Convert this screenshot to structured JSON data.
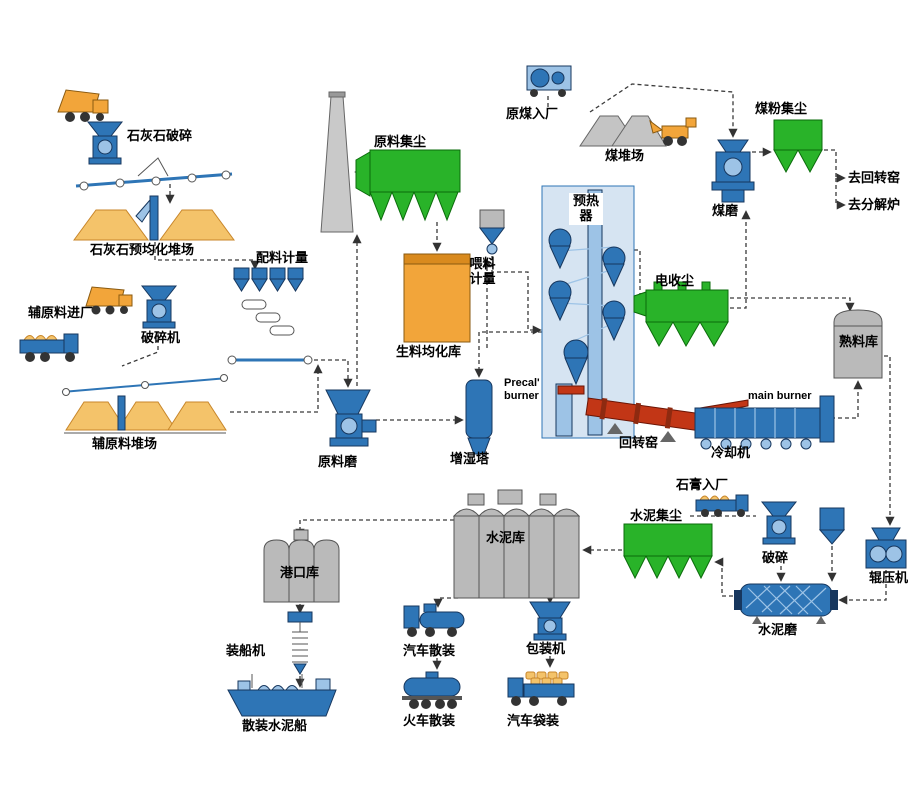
{
  "labels": {
    "limestone_crushing": "石灰石破碎",
    "limestone_preblending_yard": "石灰石预均化堆场",
    "batching_metering": "配料计量",
    "aux_material_inbound": "辅原料进厂",
    "crusher_machine": "破碎机",
    "aux_material_yard": "辅原料堆场",
    "raw_material_dust_collector": "原料集尘",
    "raw_meal_homogenizing_silo": "生料均化库",
    "feed_metering": "喂料计量",
    "preheater": "预热器",
    "raw_mill": "原料磨",
    "humidifying_tower": "增湿塔",
    "precal_burner": "Precal' burner",
    "rotary_kiln": "回转窑",
    "main_burner": "main burner",
    "cooler": "冷却机",
    "esp": "电收尘",
    "clinker_silo": "熟料库",
    "raw_coal_inbound": "原煤入厂",
    "coal_yard": "煤堆场",
    "coal_dust_collector": "煤粉集尘",
    "coal_mill": "煤磨",
    "to_rotary_kiln": "去回转窑",
    "to_calciner": "去分解炉",
    "port_silo": "港口库",
    "ship_loader": "装船机",
    "bulk_cement_ship": "散装水泥船",
    "cement_silo": "水泥库",
    "truck_bulk_loading": "汽车散装",
    "train_bulk_loading": "火车散装",
    "packing_machine": "包装机",
    "truck_bag_loading": "汽车袋装",
    "cement_dust_collector": "水泥集尘",
    "gypsum_inbound": "石膏入厂",
    "crushing": "破碎",
    "roller_press": "辊压机",
    "cement_mill": "水泥磨"
  },
  "colors": {
    "machine_blue": "#2e75b6",
    "machine_blue_light": "#9dc3e6",
    "machine_blue_dark": "#17375e",
    "dust_green": "#29b329",
    "dust_green_dark": "#0b6b0b",
    "stockpile_tan": "#f4c36a",
    "stockpile_tan_dark": "#c8862a",
    "silo_gray": "#bababa",
    "silo_orange": "#f2a53a",
    "kiln_red": "#c23616",
    "flow_line": "#3a3a3a"
  },
  "icons": [
    "dump-truck-icon",
    "crusher-icon",
    "conveyor-icon",
    "stockpile-icon",
    "stacker-icon",
    "dust-collector-icon",
    "chimney-icon",
    "silo-icon",
    "hopper-icon",
    "preheater-cyclone-icon",
    "rotary-kiln-icon",
    "grate-cooler-icon",
    "esp-icon",
    "coal-mill-icon",
    "wheel-loader-icon",
    "ship-loader-icon",
    "ship-icon",
    "tanker-truck-icon",
    "tank-wagon-icon",
    "packing-machine-icon",
    "bag-truck-icon",
    "roller-press-icon",
    "ball-mill-icon",
    "humidifier-tower-icon",
    "flow-arrow-icon"
  ]
}
